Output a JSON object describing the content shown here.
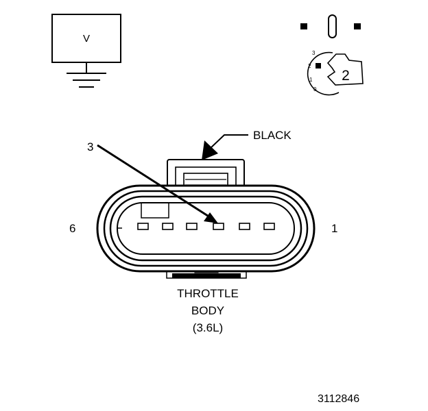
{
  "meter": {
    "symbol": "V"
  },
  "selector": {
    "positions": [
      "3",
      "2",
      "1",
      "0"
    ],
    "setting": "2"
  },
  "connector": {
    "color_label": "BLACK",
    "pin_label": "3",
    "left_end_pin": "6",
    "right_end_pin": "1",
    "caption_lines": [
      "THROTTLE",
      "BODY",
      "(3.6L)"
    ]
  },
  "figure_number": "3112846"
}
